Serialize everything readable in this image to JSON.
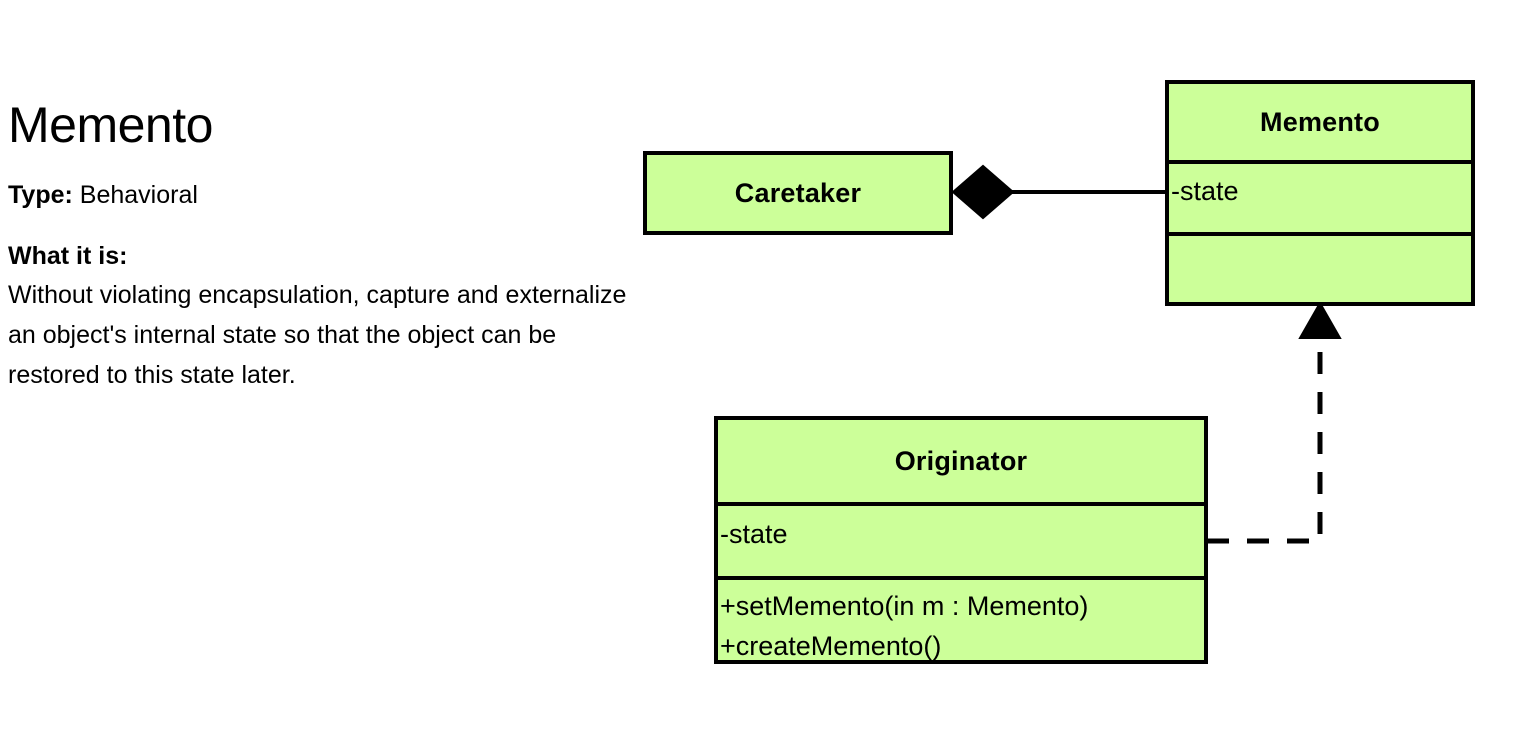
{
  "pattern": {
    "name": "Memento",
    "type_label": "Type:",
    "type_value": "Behavioral",
    "what_heading": "What it is:",
    "what_body": "Without violating encapsulation, capture and externalize an object's internal state so that the object can be restored to this state later."
  },
  "colors": {
    "class_fill": "#ccff99",
    "stroke": "#000000",
    "background": "#ffffff",
    "text": "#000000"
  },
  "diagram": {
    "type": "uml-class-diagram",
    "classes": [
      {
        "id": "caretaker",
        "name": "Caretaker",
        "attributes": [],
        "operations": [],
        "compartments": 1
      },
      {
        "id": "memento",
        "name": "Memento",
        "attributes": [
          "-state"
        ],
        "operations": [],
        "compartments": 3
      },
      {
        "id": "originator",
        "name": "Originator",
        "attributes": [
          "-state"
        ],
        "operations": [
          "+setMemento(in m : Memento)",
          "+createMemento()"
        ],
        "compartments": 3
      }
    ],
    "relationships": [
      {
        "id": "caretaker-memento",
        "kind": "composition",
        "source": "Caretaker",
        "target": "Memento",
        "line_style": "solid",
        "source_decoration": "filled-diamond",
        "target_decoration": "none"
      },
      {
        "id": "originator-memento",
        "kind": "dependency",
        "source": "Originator",
        "target": "Memento",
        "line_style": "dashed",
        "source_decoration": "none",
        "target_decoration": "filled-arrowhead"
      }
    ]
  }
}
